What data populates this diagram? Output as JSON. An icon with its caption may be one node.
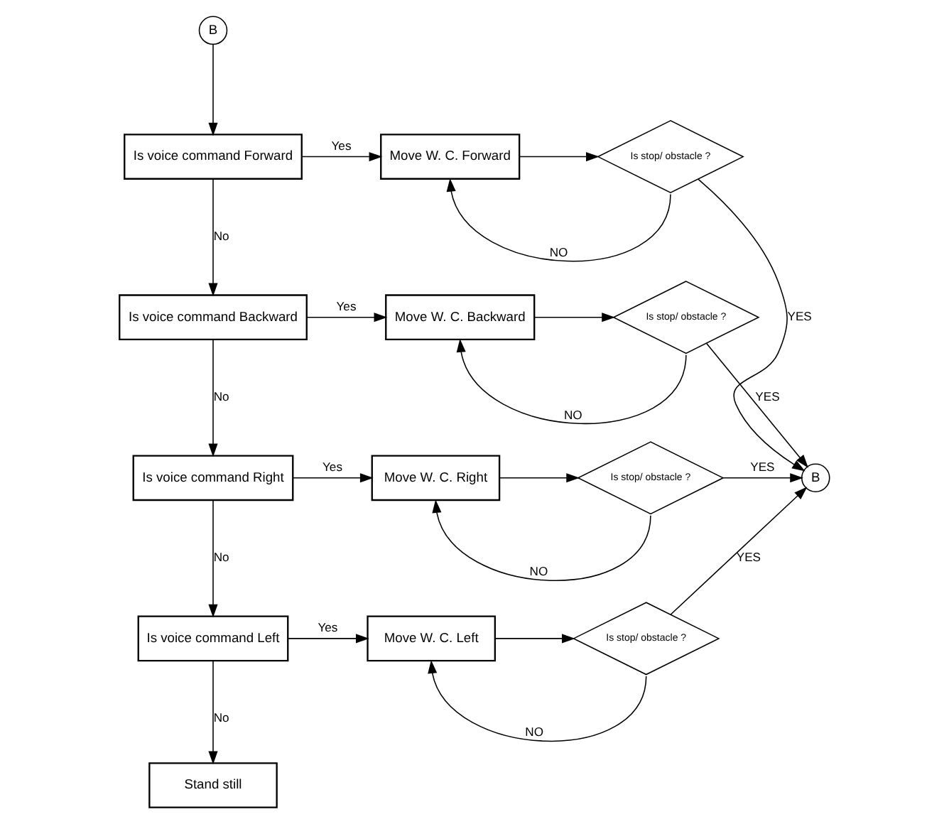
{
  "diagram": {
    "nodes": [
      {
        "text": [
          "B"
        ]
      },
      {
        "text": [
          "Is voice command Forward"
        ]
      },
      {
        "text": [
          "Move W. C. Forward"
        ]
      },
      {
        "text": [
          "Is stop/ obstacle ?"
        ]
      },
      {
        "text": [
          "Is voice command Backward"
        ]
      },
      {
        "text": [
          "Move W. C. Backward"
        ]
      },
      {
        "text": [
          "Is stop/ obstacle ?"
        ]
      },
      {
        "text": [
          "Is voice command Right"
        ]
      },
      {
        "text": [
          "Move W. C. Right"
        ]
      },
      {
        "text": [
          "Is stop/ obstacle ?"
        ]
      },
      {
        "text": [
          "Is voice command Left"
        ]
      },
      {
        "text": [
          "Move W. C. Left"
        ]
      },
      {
        "text": [
          "Is stop/ obstacle ?"
        ]
      },
      {
        "text": [
          "Stand still"
        ]
      },
      {
        "text": [
          "B"
        ]
      }
    ],
    "edges": [
      {
        "from": 0,
        "to": 1,
        "arrow": "to"
      },
      {
        "from": 1,
        "to": 2,
        "arrow": "to",
        "label": "Yes"
      },
      {
        "from": 2,
        "to": 3,
        "arrow": "to"
      },
      {
        "from": 3,
        "to": 2,
        "arrow": "to",
        "label": "NO"
      },
      {
        "from": 3,
        "to": 14,
        "arrow": "to",
        "label": "YES"
      },
      {
        "from": 1,
        "to": 4,
        "arrow": "to",
        "label": "No"
      },
      {
        "from": 4,
        "to": 5,
        "arrow": "to",
        "label": "Yes"
      },
      {
        "from": 5,
        "to": 6,
        "arrow": "to"
      },
      {
        "from": 6,
        "to": 5,
        "arrow": "to",
        "label": "NO"
      },
      {
        "from": 6,
        "to": 14,
        "arrow": "to",
        "label": "YES"
      },
      {
        "from": 4,
        "to": 7,
        "arrow": "to",
        "label": "No"
      },
      {
        "from": 7,
        "to": 8,
        "arrow": "to",
        "label": "Yes"
      },
      {
        "from": 8,
        "to": 9,
        "arrow": "to"
      },
      {
        "from": 9,
        "to": 8,
        "arrow": "to",
        "label": "NO"
      },
      {
        "from": 9,
        "to": 14,
        "arrow": "to",
        "label": "YES"
      },
      {
        "from": 7,
        "to": 10,
        "arrow": "to",
        "label": "No"
      },
      {
        "from": 10,
        "to": 11,
        "arrow": "to",
        "label": "Yes"
      },
      {
        "from": 11,
        "to": 12,
        "arrow": "to"
      },
      {
        "from": 12,
        "to": 11,
        "arrow": "to",
        "label": "NO"
      },
      {
        "from": 12,
        "to": 14,
        "arrow": "to",
        "label": "YES"
      },
      {
        "from": 10,
        "to": 13,
        "arrow": "to",
        "label": "No"
      }
    ]
  }
}
